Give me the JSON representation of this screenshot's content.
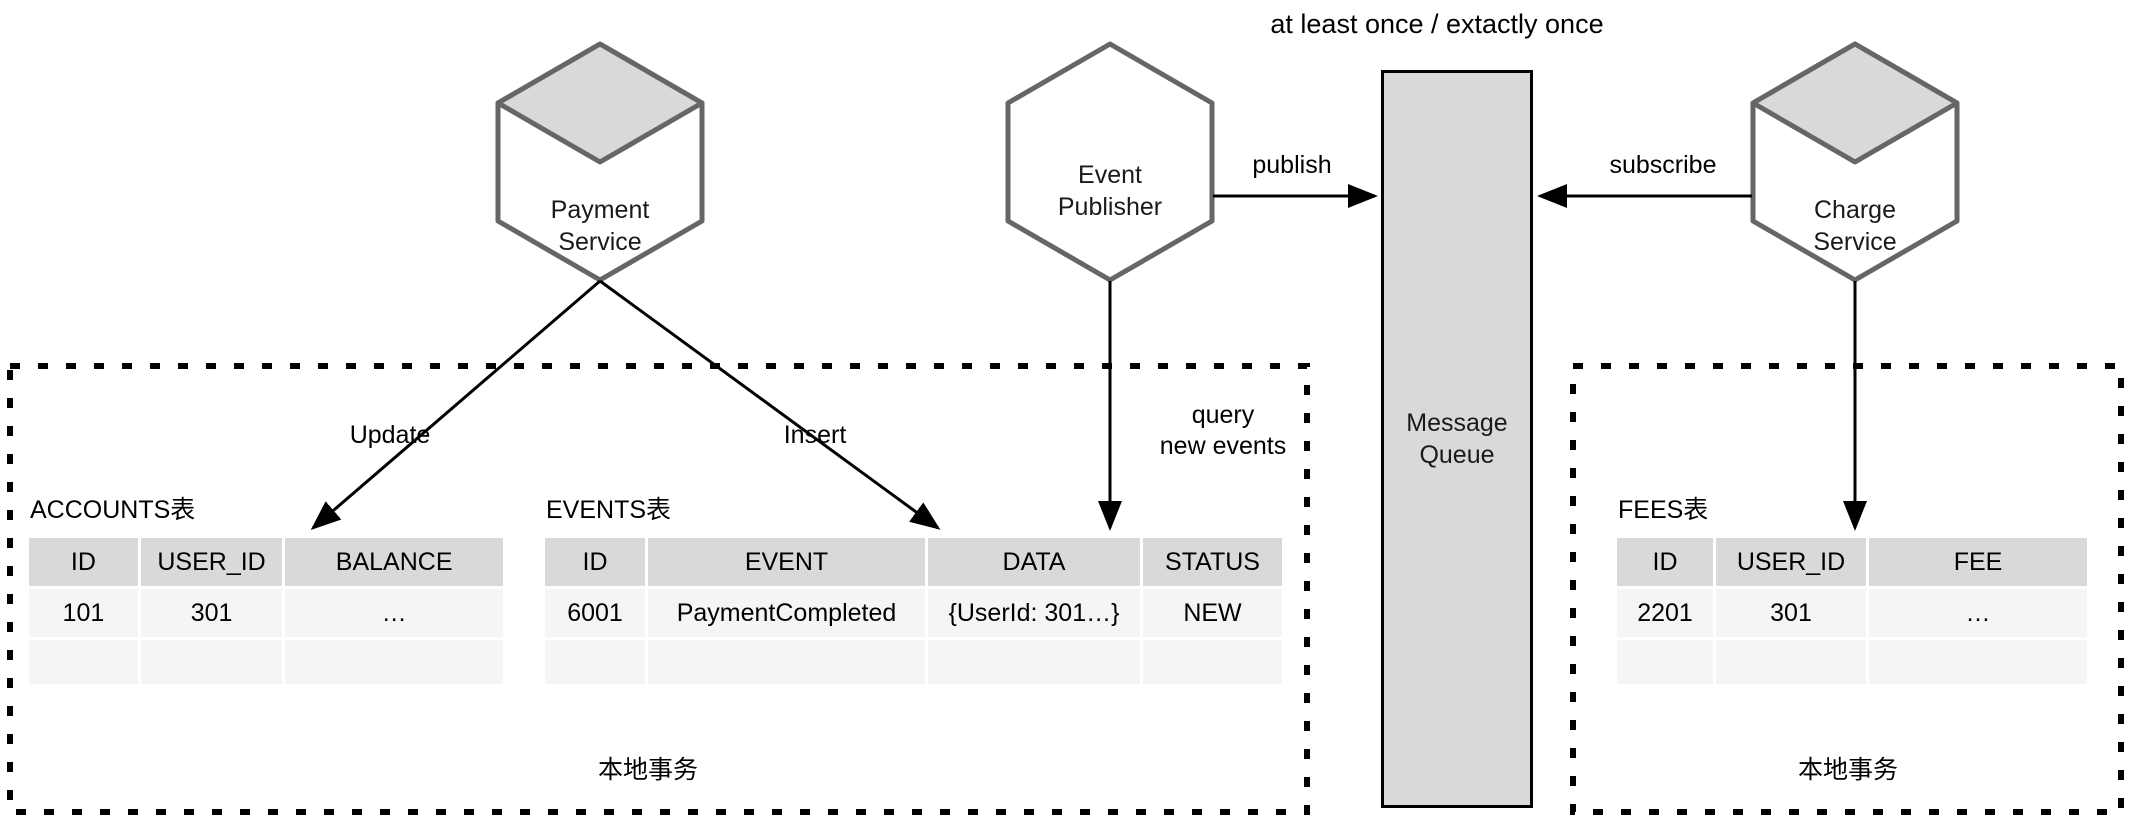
{
  "diagram": {
    "title": "at least once / extactly once",
    "nodes": {
      "payment_service": "Payment\nService",
      "payment_service_line1": "Payment",
      "payment_service_line2": "Service",
      "event_publisher_line1": "Event",
      "event_publisher_line2": "Publisher",
      "message_queue_line1": "Message",
      "message_queue_line2": "Queue",
      "charge_service_line1": "Charge",
      "charge_service_line2": "Service"
    },
    "edges": {
      "update": "Update",
      "insert": "Insert",
      "query_line1": "query",
      "query_line2": "new events",
      "publish": "publish",
      "subscribe": "subscribe"
    },
    "transaction_label_left": "本地事务",
    "transaction_label_right": "本地事务",
    "colors": {
      "node_stroke": "#666666",
      "node_top_fill": "#d9d9d9",
      "node_body_fill": "#ffffff",
      "table_header_fill": "#d9d9d9",
      "table_cell_fill": "#f5f5f5",
      "queue_fill": "#d9d9d9",
      "queue_stroke": "#000000",
      "arrow": "#000000",
      "boundary": "#000000"
    }
  },
  "tables": {
    "accounts": {
      "caption": "ACCOUNTS表",
      "columns": [
        "ID",
        "USER_ID",
        "BALANCE"
      ],
      "rows": [
        [
          "101",
          "301",
          "…"
        ],
        [
          "",
          "",
          ""
        ]
      ]
    },
    "events": {
      "caption": "EVENTS表",
      "columns": [
        "ID",
        "EVENT",
        "DATA",
        "STATUS"
      ],
      "rows": [
        [
          "6001",
          "PaymentCompleted",
          "{UserId: 301…}",
          "NEW"
        ],
        [
          "",
          "",
          "",
          ""
        ]
      ]
    },
    "fees": {
      "caption": "FEES表",
      "columns": [
        "ID",
        "USER_ID",
        "FEE"
      ],
      "rows": [
        [
          "2201",
          "301",
          "…"
        ],
        [
          "",
          "",
          ""
        ]
      ]
    }
  }
}
